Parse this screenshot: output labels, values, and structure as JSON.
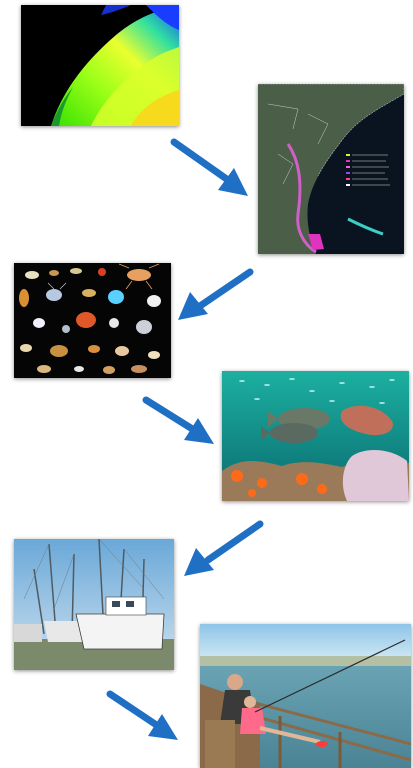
{
  "diagram": {
    "nodes": [
      {
        "id": "satellite-chlorophyll-map",
        "icon": "ocean-color-map-icon"
      },
      {
        "id": "coastal-region-map",
        "icon": "map-icon",
        "legend": [
          "",
          "",
          "",
          "",
          "",
          ""
        ]
      },
      {
        "id": "plankton-collage",
        "icon": "plankton-icon"
      },
      {
        "id": "reef-fish-photo",
        "icon": "fish-icon"
      },
      {
        "id": "shrimp-boats-photo",
        "icon": "boat-icon"
      },
      {
        "id": "pier-fishing-photo",
        "icon": "fishing-rod-icon"
      }
    ],
    "arrows": [
      {
        "from": "satellite-chlorophyll-map",
        "to": "coastal-region-map"
      },
      {
        "from": "coastal-region-map",
        "to": "plankton-collage"
      },
      {
        "from": "plankton-collage",
        "to": "reef-fish-photo"
      },
      {
        "from": "reef-fish-photo",
        "to": "shrimp-boats-photo"
      },
      {
        "from": "shrimp-boats-photo",
        "to": "pier-fishing-photo"
      }
    ],
    "colors": {
      "arrow": "#1f6fc5",
      "chlorophyll_high": "#f2ff3a",
      "chlorophyll_low": "#1a3cff",
      "land": "#000000"
    }
  }
}
